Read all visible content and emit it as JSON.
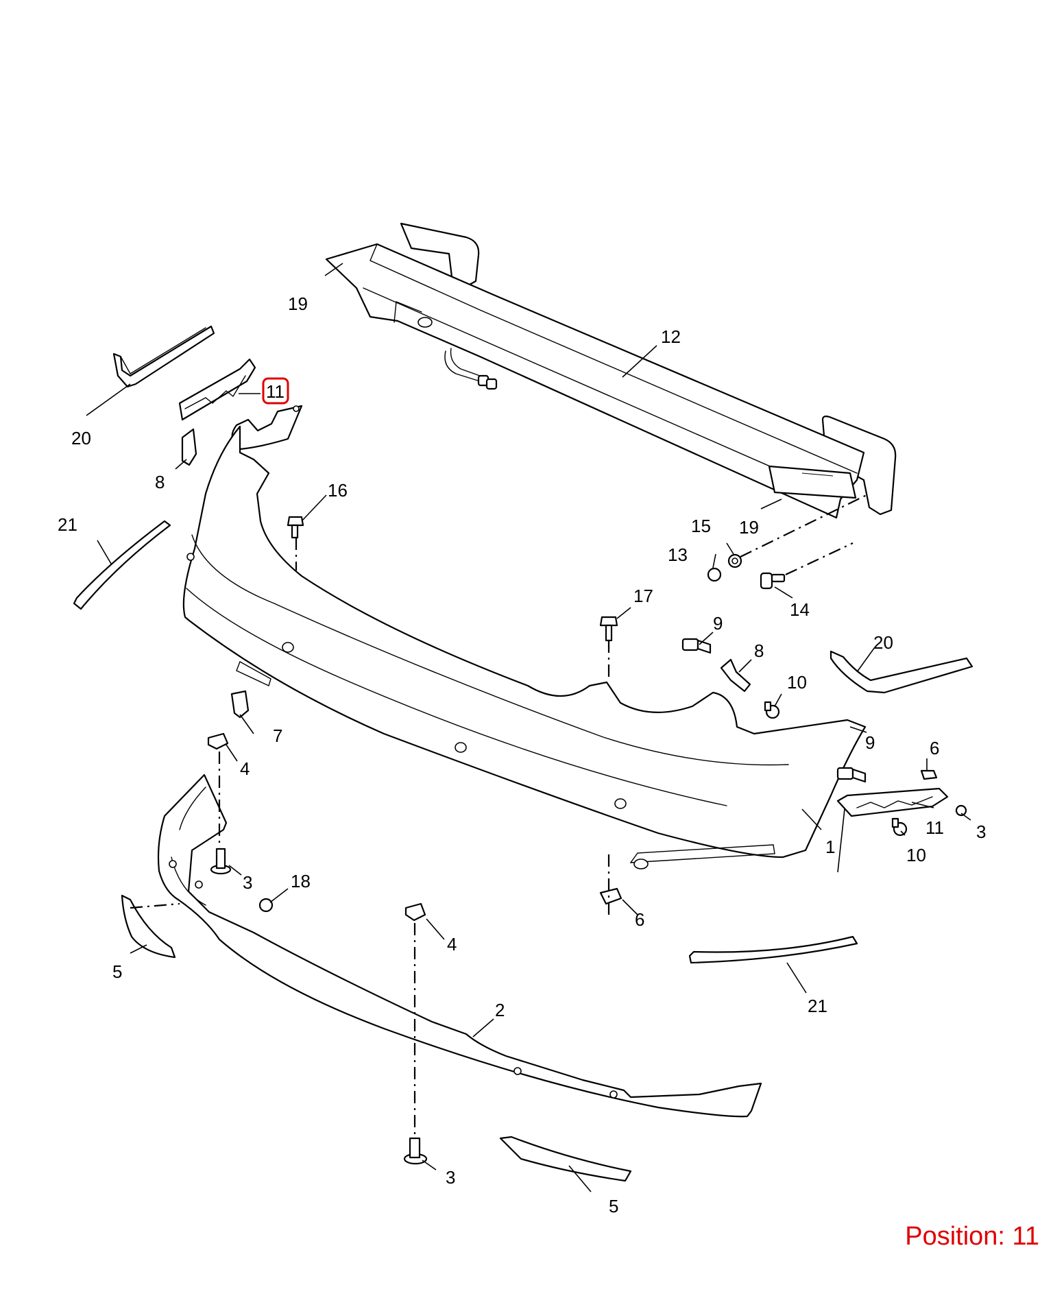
{
  "diagram": {
    "callouts": [
      {
        "id": "1",
        "label": "1"
      },
      {
        "id": "2",
        "label": "2"
      },
      {
        "id": "3a",
        "label": "3"
      },
      {
        "id": "3b",
        "label": "3"
      },
      {
        "id": "3c",
        "label": "3"
      },
      {
        "id": "4a",
        "label": "4"
      },
      {
        "id": "4b",
        "label": "4"
      },
      {
        "id": "5a",
        "label": "5"
      },
      {
        "id": "5b",
        "label": "5"
      },
      {
        "id": "6a",
        "label": "6"
      },
      {
        "id": "6b",
        "label": "6"
      },
      {
        "id": "7",
        "label": "7"
      },
      {
        "id": "8a",
        "label": "8"
      },
      {
        "id": "8b",
        "label": "8"
      },
      {
        "id": "9a",
        "label": "9"
      },
      {
        "id": "9b",
        "label": "9"
      },
      {
        "id": "10a",
        "label": "10"
      },
      {
        "id": "10b",
        "label": "10"
      },
      {
        "id": "11a",
        "label": "11"
      },
      {
        "id": "11b",
        "label": "11"
      },
      {
        "id": "12",
        "label": "12"
      },
      {
        "id": "13",
        "label": "13"
      },
      {
        "id": "14",
        "label": "14"
      },
      {
        "id": "15",
        "label": "15"
      },
      {
        "id": "16",
        "label": "16"
      },
      {
        "id": "17",
        "label": "17"
      },
      {
        "id": "18",
        "label": "18"
      },
      {
        "id": "19a",
        "label": "19"
      },
      {
        "id": "19b",
        "label": "19"
      },
      {
        "id": "20a",
        "label": "20"
      },
      {
        "id": "20b",
        "label": "20"
      },
      {
        "id": "21a",
        "label": "21"
      },
      {
        "id": "21b",
        "label": "21"
      }
    ],
    "highlighted_callout": "11",
    "highlight_color": "#e00000",
    "position_label": "Position: 11"
  }
}
